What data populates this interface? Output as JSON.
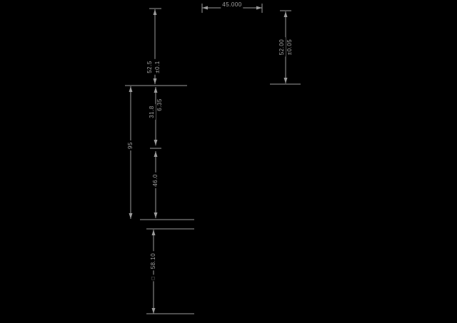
{
  "drawing": {
    "colors": {
      "background": "#000000",
      "lines": "#9c9c9c",
      "text": "#a6a6a6"
    },
    "dimensions": {
      "top_width": {
        "value": "45.000"
      },
      "upper_left_height": {
        "value": "52.5",
        "tolerance": "±0.1"
      },
      "right_height": {
        "value": "52.00",
        "tolerance": "±0.05"
      },
      "overall_left_height": {
        "value": "95"
      },
      "mid_upper_length": {
        "value": "31.8",
        "secondary": "6.35"
      },
      "mid_lower_length": {
        "value": "46.0"
      },
      "bottom_length": {
        "value": "58.10",
        "symbol": "□"
      }
    }
  }
}
